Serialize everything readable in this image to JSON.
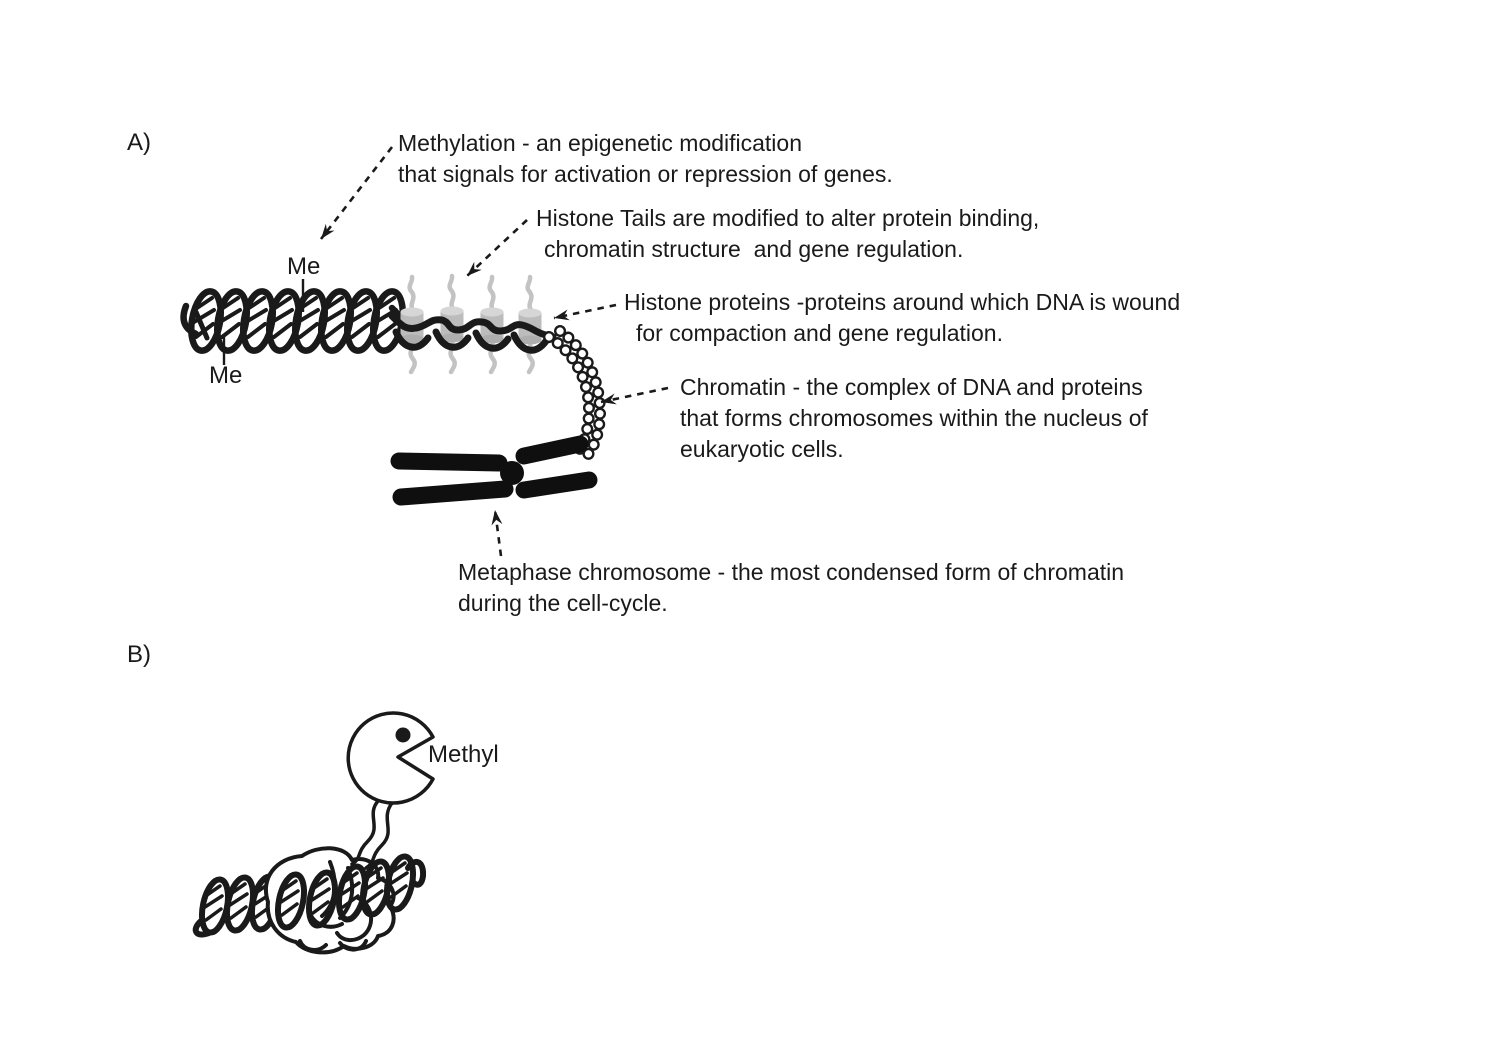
{
  "figure": {
    "type": "epigenetics-diagram",
    "panel_a": {
      "label": "A)",
      "me_top": "Me",
      "me_bottom": "Me",
      "annotations": {
        "methylation": {
          "lines": [
            "Methylation - an epigenetic modification",
            "that signals for activation or repression of genes."
          ]
        },
        "histone_tails": {
          "lines": [
            "Histone Tails are modified to alter protein binding,",
            "chromatin structure  and gene regulation."
          ]
        },
        "histone_proteins": {
          "lines": [
            "Histone proteins -proteins around which DNA is wound",
            "for compaction and gene regulation."
          ]
        },
        "chromatin": {
          "lines": [
            "Chromatin - the complex of DNA and proteins",
            "that forms chromosomes within the nucleus of",
            "eukaryotic cells."
          ]
        },
        "metaphase": {
          "lines": [
            "Metaphase chromosome - the most condensed form of chromatin",
            "during the cell-cycle."
          ]
        }
      }
    },
    "panel_b": {
      "label": "B)",
      "methyl_label": "Methyl"
    },
    "colors": {
      "ink": "#1a1a1a",
      "histone_body": "#bcbcbc",
      "histone_top": "#d6d6d6",
      "histone_bottom": "#aeaeae",
      "tail_gray": "#c3c3c3",
      "background": "#ffffff"
    }
  }
}
